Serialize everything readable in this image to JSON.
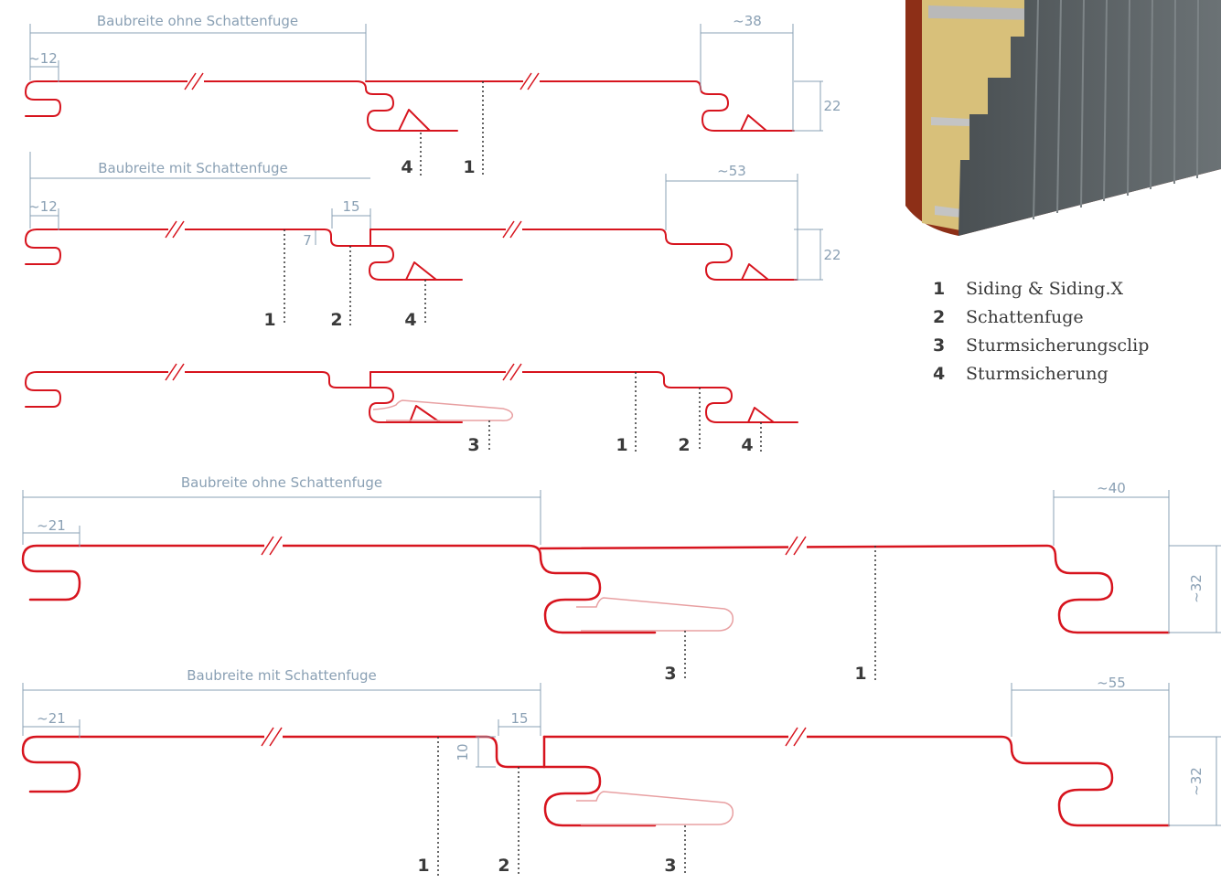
{
  "legend": [
    {
      "num": "1",
      "label": "Siding & Siding.X"
    },
    {
      "num": "2",
      "label": "Schattenfuge"
    },
    {
      "num": "3",
      "label": "Sturmsicherungsclip"
    },
    {
      "num": "4",
      "label": "Sturmsicherung"
    }
  ],
  "profiles": [
    {
      "width_label": "Baubreite ohne Schattenfuge",
      "left_dim": "~12",
      "right_dim": "~38",
      "height_dim": "22",
      "callouts": [
        "4",
        "1"
      ]
    },
    {
      "width_label": "Baubreite mit Schattenfuge",
      "left_dim": "~12",
      "joint_width": "15",
      "joint_depth": "7",
      "right_dim": "~53",
      "height_dim": "22",
      "callouts": [
        "1",
        "2",
        "4"
      ]
    },
    {
      "callouts": [
        "3",
        "1",
        "2",
        "4"
      ]
    },
    {
      "width_label": "Baubreite ohne Schattenfuge",
      "left_dim": "~21",
      "right_dim": "~40",
      "height_dim": "~32",
      "callouts": [
        "3",
        "1"
      ]
    },
    {
      "width_label": "Baubreite mit Schattenfuge",
      "left_dim": "~21",
      "joint_width": "15",
      "joint_depth": "10",
      "right_dim": "~55",
      "height_dim": "~32",
      "callouts": [
        "1",
        "2",
        "3"
      ]
    }
  ],
  "colors": {
    "profile": "#d7141e",
    "dimension": "#8aa0b4",
    "text": "#3a3a3a"
  }
}
